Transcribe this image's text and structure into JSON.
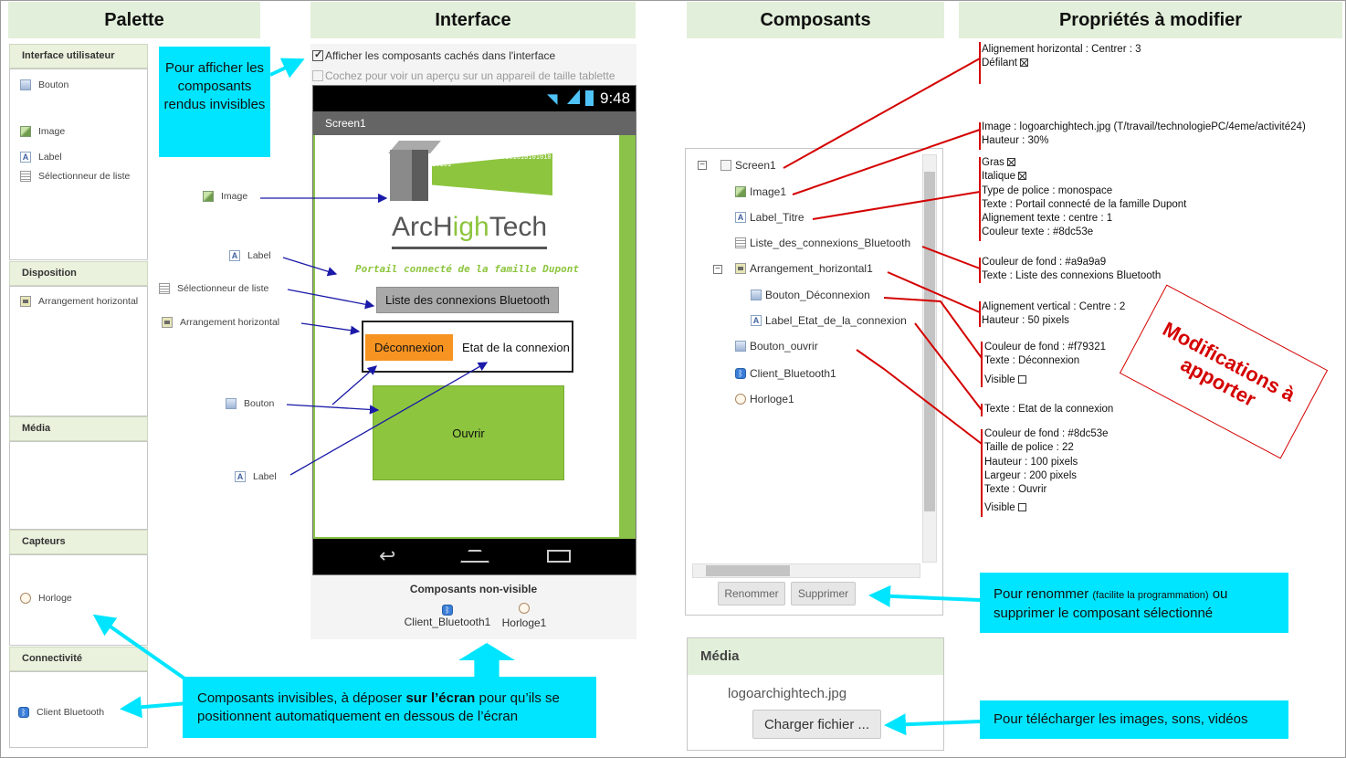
{
  "headers": {
    "palette": "Palette",
    "interface": "Interface",
    "components": "Composants",
    "properties": "Propriétés à modifier"
  },
  "palette": {
    "sections": [
      {
        "title": "Interface utilisateur",
        "items": [
          "Bouton",
          "Image",
          "Label",
          "Sélectionneur de liste"
        ]
      },
      {
        "title": "Disposition",
        "items": [
          "Arrangement horizontal"
        ]
      },
      {
        "title": "Média",
        "items": []
      },
      {
        "title": "Capteurs",
        "items": [
          "Horloge"
        ]
      },
      {
        "title": "Connectivité",
        "items": [
          "Client Bluetooth"
        ]
      }
    ]
  },
  "callouts": {
    "hidden": "Pour afficher les composants rendus invisibles",
    "invisible_pre": "Composants invisibles, à déposer ",
    "invisible_bold": "sur l’écran",
    "invisible_post": " pour qu’ils se positionnent automatiquement en dessous de l’écran",
    "rename_main": "Pour renommer ",
    "rename_small": "(facilite la programmation)",
    "rename_post": " ou supprimer le composant sélectionné",
    "upload": "Pour télécharger les images, sons, vidéos"
  },
  "interface": {
    "checkbox1": "Afficher les composants cachés dans l'interface",
    "checkbox2": "Cochez pour voir un aperçu sur un appareil de taille tablette",
    "time": "9:48",
    "screen_title": "Screen1",
    "logo_text_a": "ArcH",
    "logo_text_b": "igh",
    "logo_text_c": "Tech",
    "logo_bits": "010101010101010101010101010101010101",
    "title_label": "Portail connecté de la famille Dupont",
    "list_button": "Liste des connexions Bluetooth",
    "disconnect_button": "Déconnexion",
    "state_label": "Etat de la connexion",
    "open_button": "Ouvrir",
    "nonvisible_title": "Composants non-visible",
    "nonvisible_1": "Client_Bluetooth1",
    "nonvisible_2": "Horloge1"
  },
  "diagram_labels": {
    "image": "Image",
    "label1": "Label",
    "list": "Sélectionneur de liste",
    "arrangement": "Arrangement horizontal",
    "button": "Bouton",
    "label2": "Label"
  },
  "components": {
    "tree": [
      "Screen1",
      "Image1",
      "Label_Titre",
      "Liste_des_connexions_Bluetooth",
      "Arrangement_horizontal1",
      "Bouton_Déconnexion",
      "Label_Etat_de_la_connexion",
      "Bouton_ouvrir",
      "Client_Bluetooth1",
      "Horloge1"
    ],
    "rename": "Renommer",
    "delete": "Supprimer"
  },
  "media": {
    "title": "Média",
    "file": "logoarchightech.jpg",
    "upload_button": "Charger fichier ..."
  },
  "properties": {
    "screen1": [
      "Alignement horizontal : Centrer : 3",
      "Défilant"
    ],
    "image1": [
      "Image : logoarchightech.jpg (T/travail/technologiePC/4eme/activité24)",
      "Hauteur : 30%"
    ],
    "label_titre": [
      "Gras",
      "Italique",
      "Type de police : monospace",
      "Texte : Portail connecté de la famille Dupont",
      "Alignement texte : centre : 1",
      "Couleur texte : #8dc53e"
    ],
    "liste": [
      "Couleur de fond : #a9a9a9",
      "Texte : Liste des connexions Bluetooth"
    ],
    "arrangement": [
      "Alignement vertical : Centre : 2",
      "Hauteur : 50 pixels"
    ],
    "bouton_deco": [
      "Couleur de fond : #f79321",
      "Texte : Déconnexion",
      "Visible"
    ],
    "label_etat": [
      "Texte : Etat de la connexion"
    ],
    "bouton_ouvrir": [
      "Couleur de fond : #8dc53e",
      "Taille de police : 22",
      "Hauteur : 100 pixels",
      "Largeur : 200 pixels",
      "Texte : Ouvrir",
      "Visible"
    ]
  },
  "stamp": "Modifications à apporter",
  "colors": {
    "cyan": "#00e5ff",
    "green": "#8dc53e",
    "orange": "#f79321",
    "grey": "#a9a9a9",
    "red": "#d40000"
  }
}
